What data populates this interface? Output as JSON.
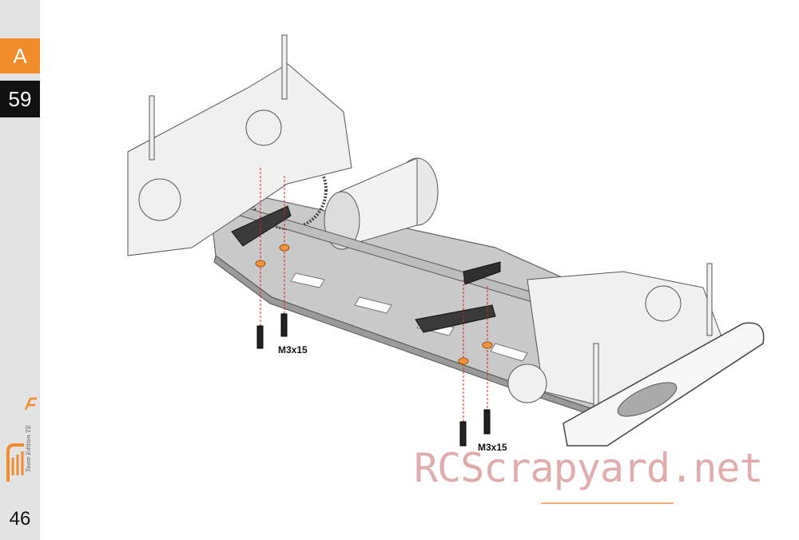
{
  "sidebar": {
    "section_letter": "A",
    "step_number": "59",
    "page_number": "46",
    "logo_tagline": "Team Edition TE"
  },
  "figure": {
    "screw_labels": [
      "M3x15",
      "M3x15"
    ]
  },
  "watermark": "RCScrapyard.net",
  "colors": {
    "accent_orange": "#f08c2c",
    "step_tab_black": "#111111",
    "sidebar_grey": "#e3e3e4",
    "washer_orange": "#f2923a",
    "guide_red": "#d8232a"
  }
}
